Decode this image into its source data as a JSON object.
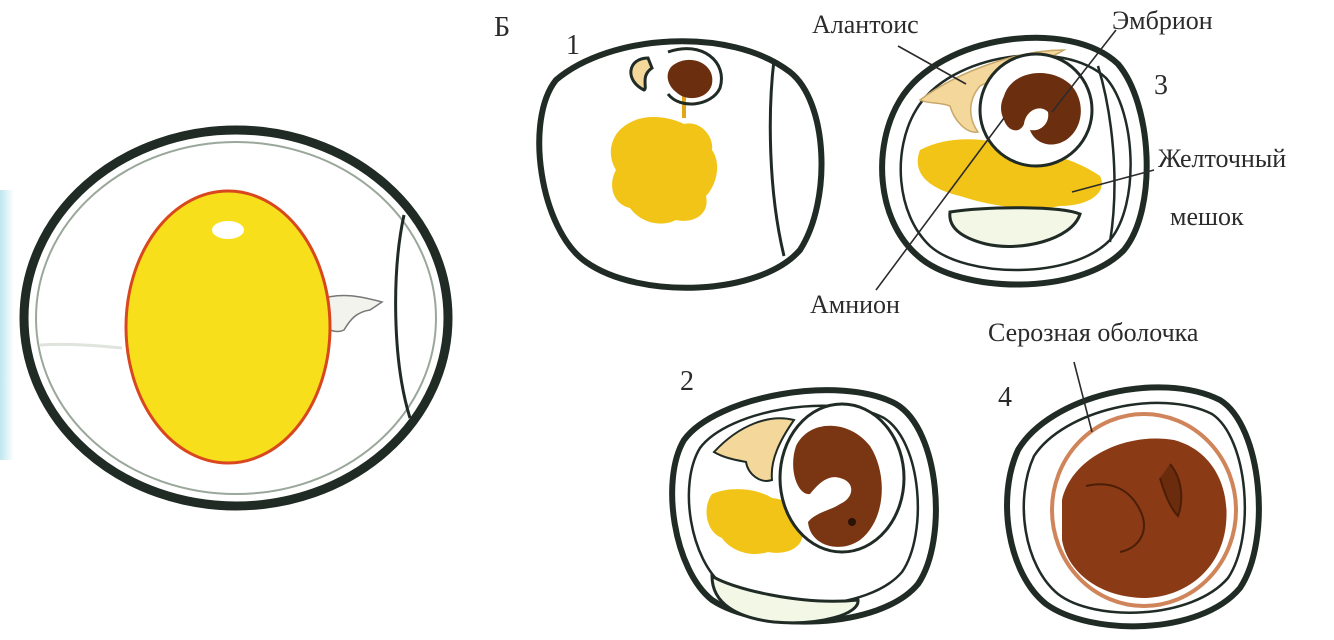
{
  "panel_letter": "Б",
  "stage_numbers": [
    "1",
    "2",
    "3",
    "4"
  ],
  "labels": {
    "allantois": "Алантоис",
    "embryo": "Эмбрион",
    "yolk_sac_line1": "Желточный",
    "yolk_sac_line2": "мешок",
    "amnion": "Амнион",
    "serous_membrane": "Серозная оболочка"
  },
  "colors": {
    "shell_outline": "#1f2b24",
    "yolk": "#f7df1c",
    "yolk_edge": "#d9471e",
    "embryo": "#6b2f10",
    "embryo_late": "#8a3a14",
    "allantois": "#f4d79a",
    "yolk_sac": "#f2c417",
    "serous_ring": "#d0845a",
    "air_sac": "#f3f7e6"
  }
}
